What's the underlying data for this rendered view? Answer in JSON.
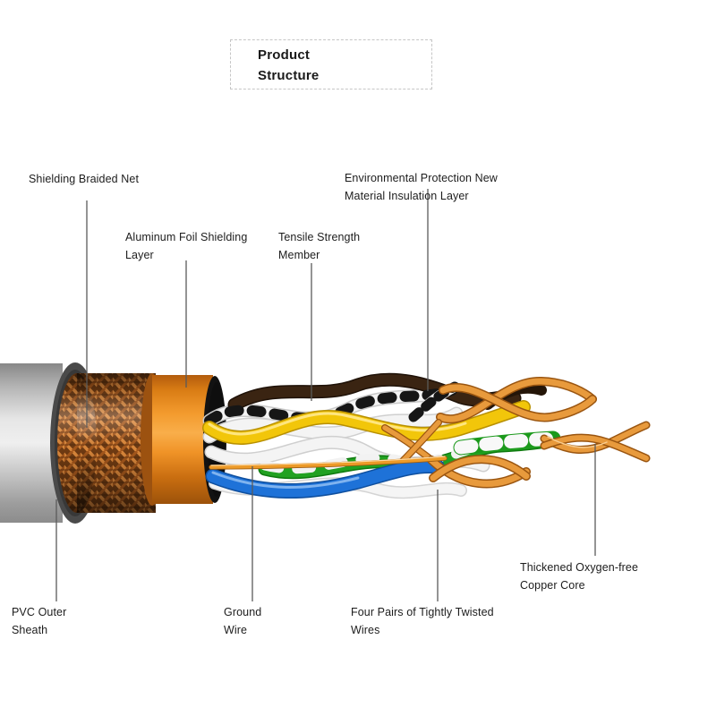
{
  "title_box": {
    "full_title": "Product Structure",
    "line1": "Product",
    "line2": "Structure"
  },
  "labels": {
    "shielding_braided_net": "Shielding Braided Net",
    "aluminum_foil": "Aluminum Foil Shielding Layer",
    "tensile_member": "Tensile Strength Member",
    "insulation_layer": "Environmental Protection New Material Insulation Layer",
    "pvc_outer_sheath": "PVC Outer Sheath",
    "ground_wire": "Ground Wire",
    "twisted_pairs": "Four Pairs of Tightly Twisted Wires",
    "copper_core": "Thickened Oxygen-free Copper Core"
  },
  "diagram": {
    "subject": "Shielded twisted-pair cable cutaway illustration",
    "components_left_to_right": [
      "PVC Outer Sheath",
      "Shielding Braided Net",
      "Aluminum Foil Shielding Layer",
      "Tensile Strength Member",
      "Environmental Protection New Material Insulation Layer",
      "Ground Wire",
      "Four Pairs of Tightly Twisted Wires",
      "Thickened Oxygen-free Copper Core"
    ],
    "colors": {
      "pvc_sheath_gray": "#c9c9c9",
      "sheath_cut_ring": "#4a4a4a",
      "copper_braid": "#c0702a",
      "aluminum_foil_orange": "#ef9226",
      "wire_yellow": "#f2c60a",
      "wire_green": "#21a121",
      "wire_blue": "#1e72d8",
      "wire_brown": "#3a2412",
      "wire_white": "#f3f3f3",
      "wire_black_stripe": "#161616",
      "bare_copper": "#e89a3c",
      "label_text": "#1c1c1c",
      "leader_line": "#5a5a5a",
      "title_border": "#c6c6c6",
      "background": "#ffffff"
    }
  }
}
